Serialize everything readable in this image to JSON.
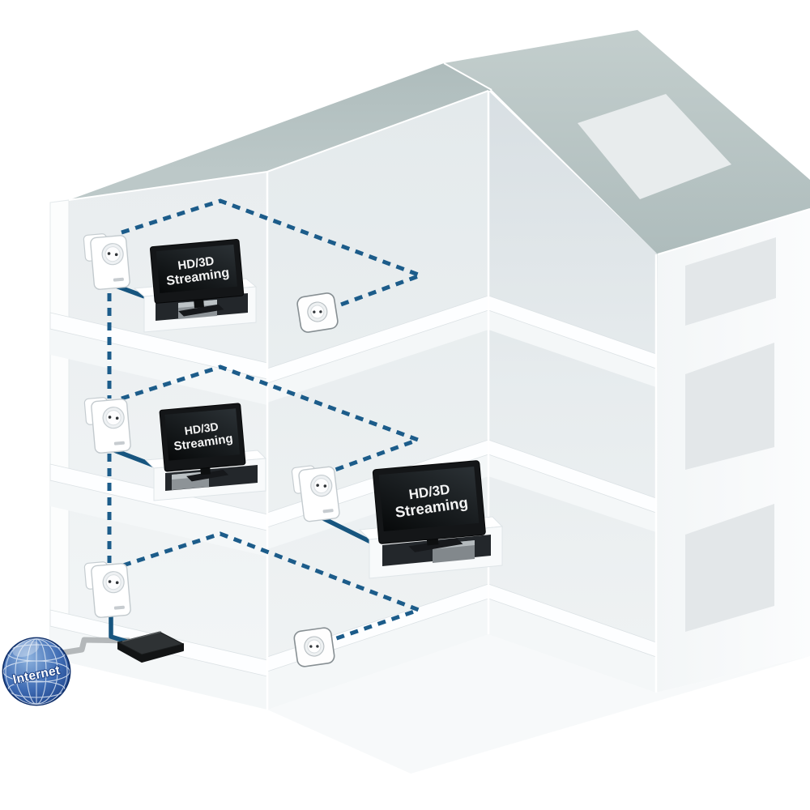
{
  "labels": {
    "tv_line1": "HD/3D",
    "tv_line2": "Streaming",
    "internet": "Internet"
  },
  "colors": {
    "network_dashed_line": "#1c5c8a",
    "ethernet_cable": "#17557f",
    "internet_cable_gray": "#b4b8ba",
    "roof": "#b7c3c3",
    "globe_blue": "#3a66b0",
    "tv_black": "#141618",
    "device_white": "#ffffff"
  },
  "components": {
    "floors": 3,
    "powerline_adapters": 4,
    "tvs_with_streaming_label": 3,
    "wall_outlets": 2,
    "router": 1,
    "internet_globe": 1
  }
}
